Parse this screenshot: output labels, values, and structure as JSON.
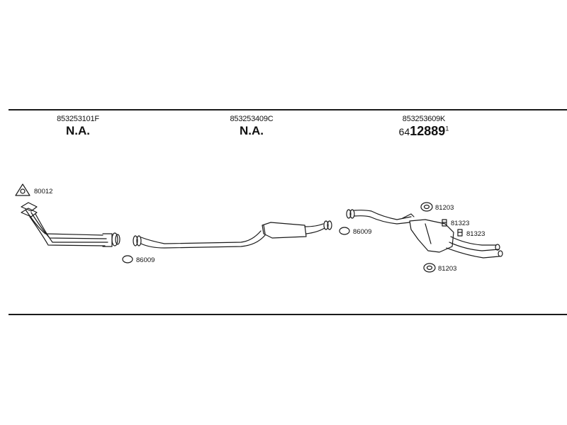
{
  "parts": [
    {
      "number": "853253101F",
      "value": "N.A."
    },
    {
      "number": "853253409C",
      "value": "N.A."
    },
    {
      "number": "853253609K",
      "ref_prefix": "64",
      "ref_main": "12889",
      "ref_sup": "1"
    }
  ],
  "callouts": {
    "gasket_manifold": "80012",
    "ring_front": "86009",
    "ring_mid": "86009",
    "hanger_top": "81203",
    "clamp_1": "81323",
    "clamp_2": "81323",
    "hanger_bottom": "81203"
  },
  "colors": {
    "line": "#1a1a1a",
    "background": "#ffffff"
  }
}
